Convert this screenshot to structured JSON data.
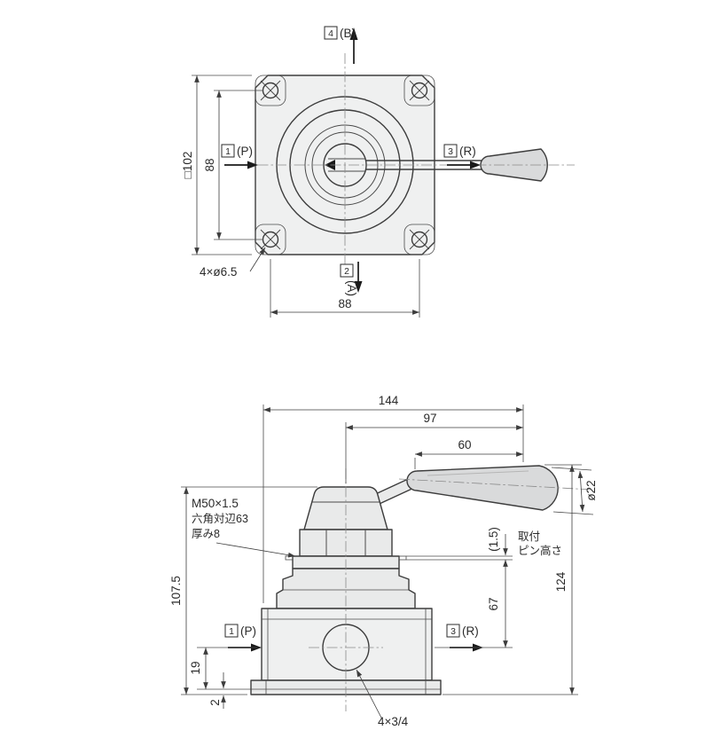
{
  "palette": {
    "background": "#ffffff",
    "line_color": "#3d3d3d",
    "dim_color": "#4a4a4a",
    "fill_light": "#eff0f0",
    "fill_grip": "#d9dadb"
  },
  "top_view": {
    "ports": {
      "top": {
        "num": "4",
        "name": "(B)"
      },
      "left": {
        "num": "1",
        "name": "(P)"
      },
      "right": {
        "num": "3",
        "name": "(R)"
      },
      "bottom": {
        "num": "2",
        "name": "(A)"
      }
    },
    "dims": {
      "square": "□102",
      "hole_pitch_v": "88",
      "hole_pitch_h": "88",
      "holes": "4×ø6.5"
    }
  },
  "front_view": {
    "ports": {
      "left": {
        "num": "1",
        "name": "(P)"
      },
      "right": {
        "num": "3",
        "name": "(R)"
      }
    },
    "dims": {
      "overall_w": "144",
      "lever_reach": "97",
      "grip_len": "60",
      "grip_dia": "ø22",
      "body_h": "107.5",
      "pin_h": "(1.5)",
      "port_to_pin": "67",
      "overall_h": "124",
      "port_h": "19",
      "plate_t": "2",
      "bottom_ports": "4×3/4"
    },
    "labels": {
      "thread": "M50×1.5",
      "hex": "六角対辺63",
      "thickness": "厚み8",
      "pin_l1": "取付",
      "pin_l2": "ピン高さ"
    }
  }
}
